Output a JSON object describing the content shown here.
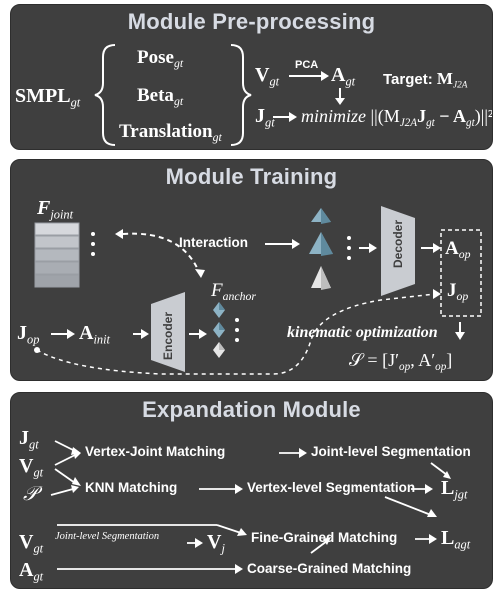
{
  "panels": {
    "preprocessing": {
      "title": "Module Pre-processing",
      "smpl": "SMPL",
      "smpl_sub": "gt",
      "pose": "Pose",
      "beta": "Beta",
      "translation": "Translation",
      "param_sub": "gt",
      "v": "V",
      "v_sub": "gt",
      "pca": "PCA",
      "a": "A",
      "a_sub": "gt",
      "target_label": "Target:",
      "target_m": "M",
      "target_m_sub": "J2A",
      "j": "J",
      "j_sub": "gt",
      "minimize": "minimize",
      "objective": "||(M",
      "objective_sub": "J2A",
      "objective_mid": "J",
      "objective_mid_sub": "gt",
      "objective_minus": " − A",
      "objective_minus_sub": "gt",
      "objective_end": ")||²"
    },
    "training": {
      "title": "Module Training",
      "f_joint": "F",
      "f_joint_sub": "joint",
      "interaction": "Interaction",
      "f_anchor": "F",
      "f_anchor_sub": "anchor",
      "decoder": "Decoder",
      "encoder": "Encoder",
      "a_op": "A",
      "a_op_sub": "op",
      "j_op_out": "J",
      "j_op_out_sub": "op",
      "j_op_in": "J",
      "j_op_in_sub": "op",
      "a_init": "A",
      "a_init_sub": "init",
      "kinematic": "kinematic optimization",
      "s_set": "𝒮 = [J′",
      "s_set_sub1": "op",
      "s_set_mid": ", A′",
      "s_set_sub2": "op",
      "s_set_end": "]"
    },
    "expansion": {
      "title": "Expandation Module",
      "j": "J",
      "j_sub": "gt",
      "v": "V",
      "v_sub": "gt",
      "p": "𝒫",
      "vertex_joint": "Vertex-Joint Matching",
      "joint_seg": "Joint-level Segmentation",
      "knn": "KNN Matching",
      "vertex_seg": "Vertex-level Segmentation",
      "l_j": "L",
      "l_j_sub": "jgt",
      "l_a": "L",
      "l_a_sub": "agt",
      "v2": "V",
      "v2_sub": "gt",
      "joint_seg_small": "Joint-level Segmentation",
      "vj": "V",
      "vj_sub": "j",
      "fine": "Fine-Grained Matching",
      "a": "A",
      "a_sub": "gt",
      "coarse": "Coarse-Grained Matching"
    }
  },
  "colors": {
    "panel_bg": "#3f3f3f",
    "title": "#d7dbe3",
    "arrow": "#ffffff",
    "block": "#c9cdd3",
    "pyramid": "#7fa6b9"
  }
}
